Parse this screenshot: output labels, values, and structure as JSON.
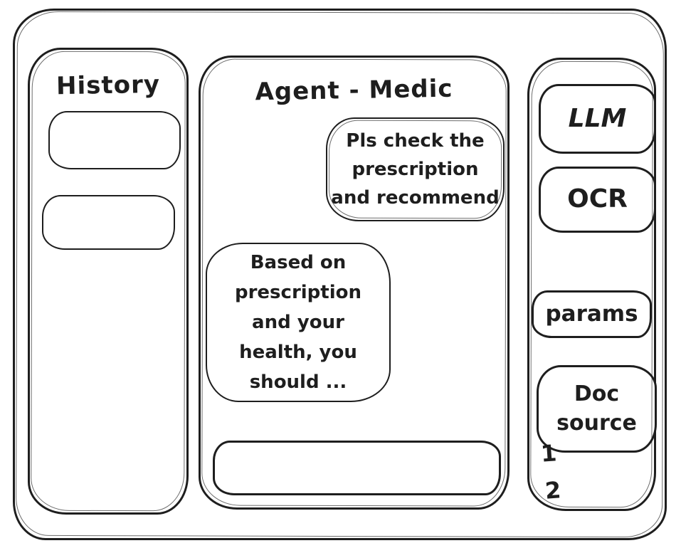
{
  "window": {
    "stroke_color": "#1e1e1e",
    "background": "#ffffff"
  },
  "history": {
    "title": "History",
    "items": [
      "",
      ""
    ]
  },
  "chat": {
    "title": "Agent - Medic",
    "user_message": "Pls check the\nprescription\nand recommend",
    "agent_message": "Based on\nprescription\nand your\nhealth, you\nshould ...",
    "input_value": "",
    "input_placeholder": ""
  },
  "tools": {
    "llm_label": "LLM",
    "ocr_label": "OCR",
    "params_label": "params",
    "doc_source_label": "Doc source",
    "doc_items": [
      "1",
      "2"
    ]
  }
}
